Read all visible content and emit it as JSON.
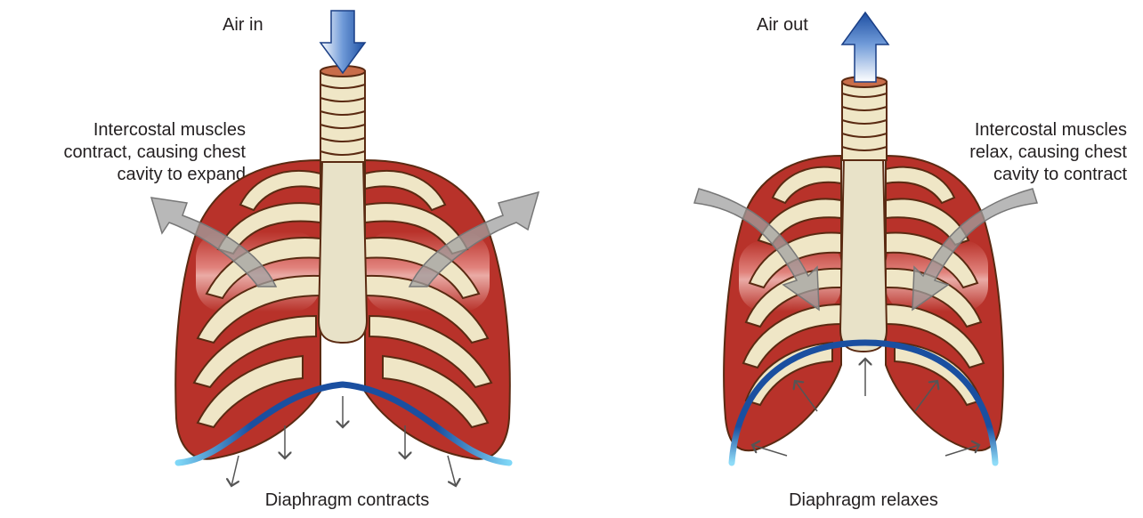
{
  "inhale": {
    "air_label": "Air in",
    "muscle_label": [
      "Intercostal muscles",
      "contract, causing chest",
      "cavity to expand"
    ],
    "diaphragm_label": "Diaphragm contracts"
  },
  "exhale": {
    "air_label": "Air out",
    "muscle_label": [
      "Intercostal muscles",
      "relax, causing chest",
      "cavity to contract"
    ],
    "diaphragm_label": "Diaphragm relaxes"
  },
  "colors": {
    "muscle": "#c0392b",
    "bone": "#efe6c6",
    "outline": "#5a2a12",
    "diaphragm": "#1a4fa0",
    "diaphragm_light": "#5ec8f0",
    "air_arrow": "#2a63b8",
    "chest_arrow": "#9a9a9a",
    "force_arrow": "#555555"
  }
}
